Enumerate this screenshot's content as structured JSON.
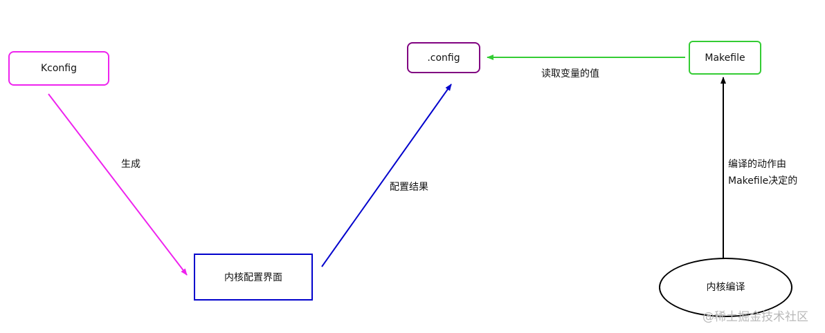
{
  "nodes": {
    "kconfig": "Kconfig",
    "dotconfig": ".config",
    "makefile": "Makefile",
    "menu": "内核配置界面",
    "compile": "内核编译"
  },
  "edges": {
    "generate": "生成",
    "config_result": "配置结果",
    "read_values": "读取变量的值",
    "compile_action": [
      "编译的动作由",
      "Makefile决定的"
    ]
  },
  "colors": {
    "kconfig": "#ee22ee",
    "dotconfig": "#800080",
    "makefile": "#33cc33",
    "menu": "#0000cc",
    "compile": "#000000"
  },
  "watermark": "@稀土掘金技术社区"
}
